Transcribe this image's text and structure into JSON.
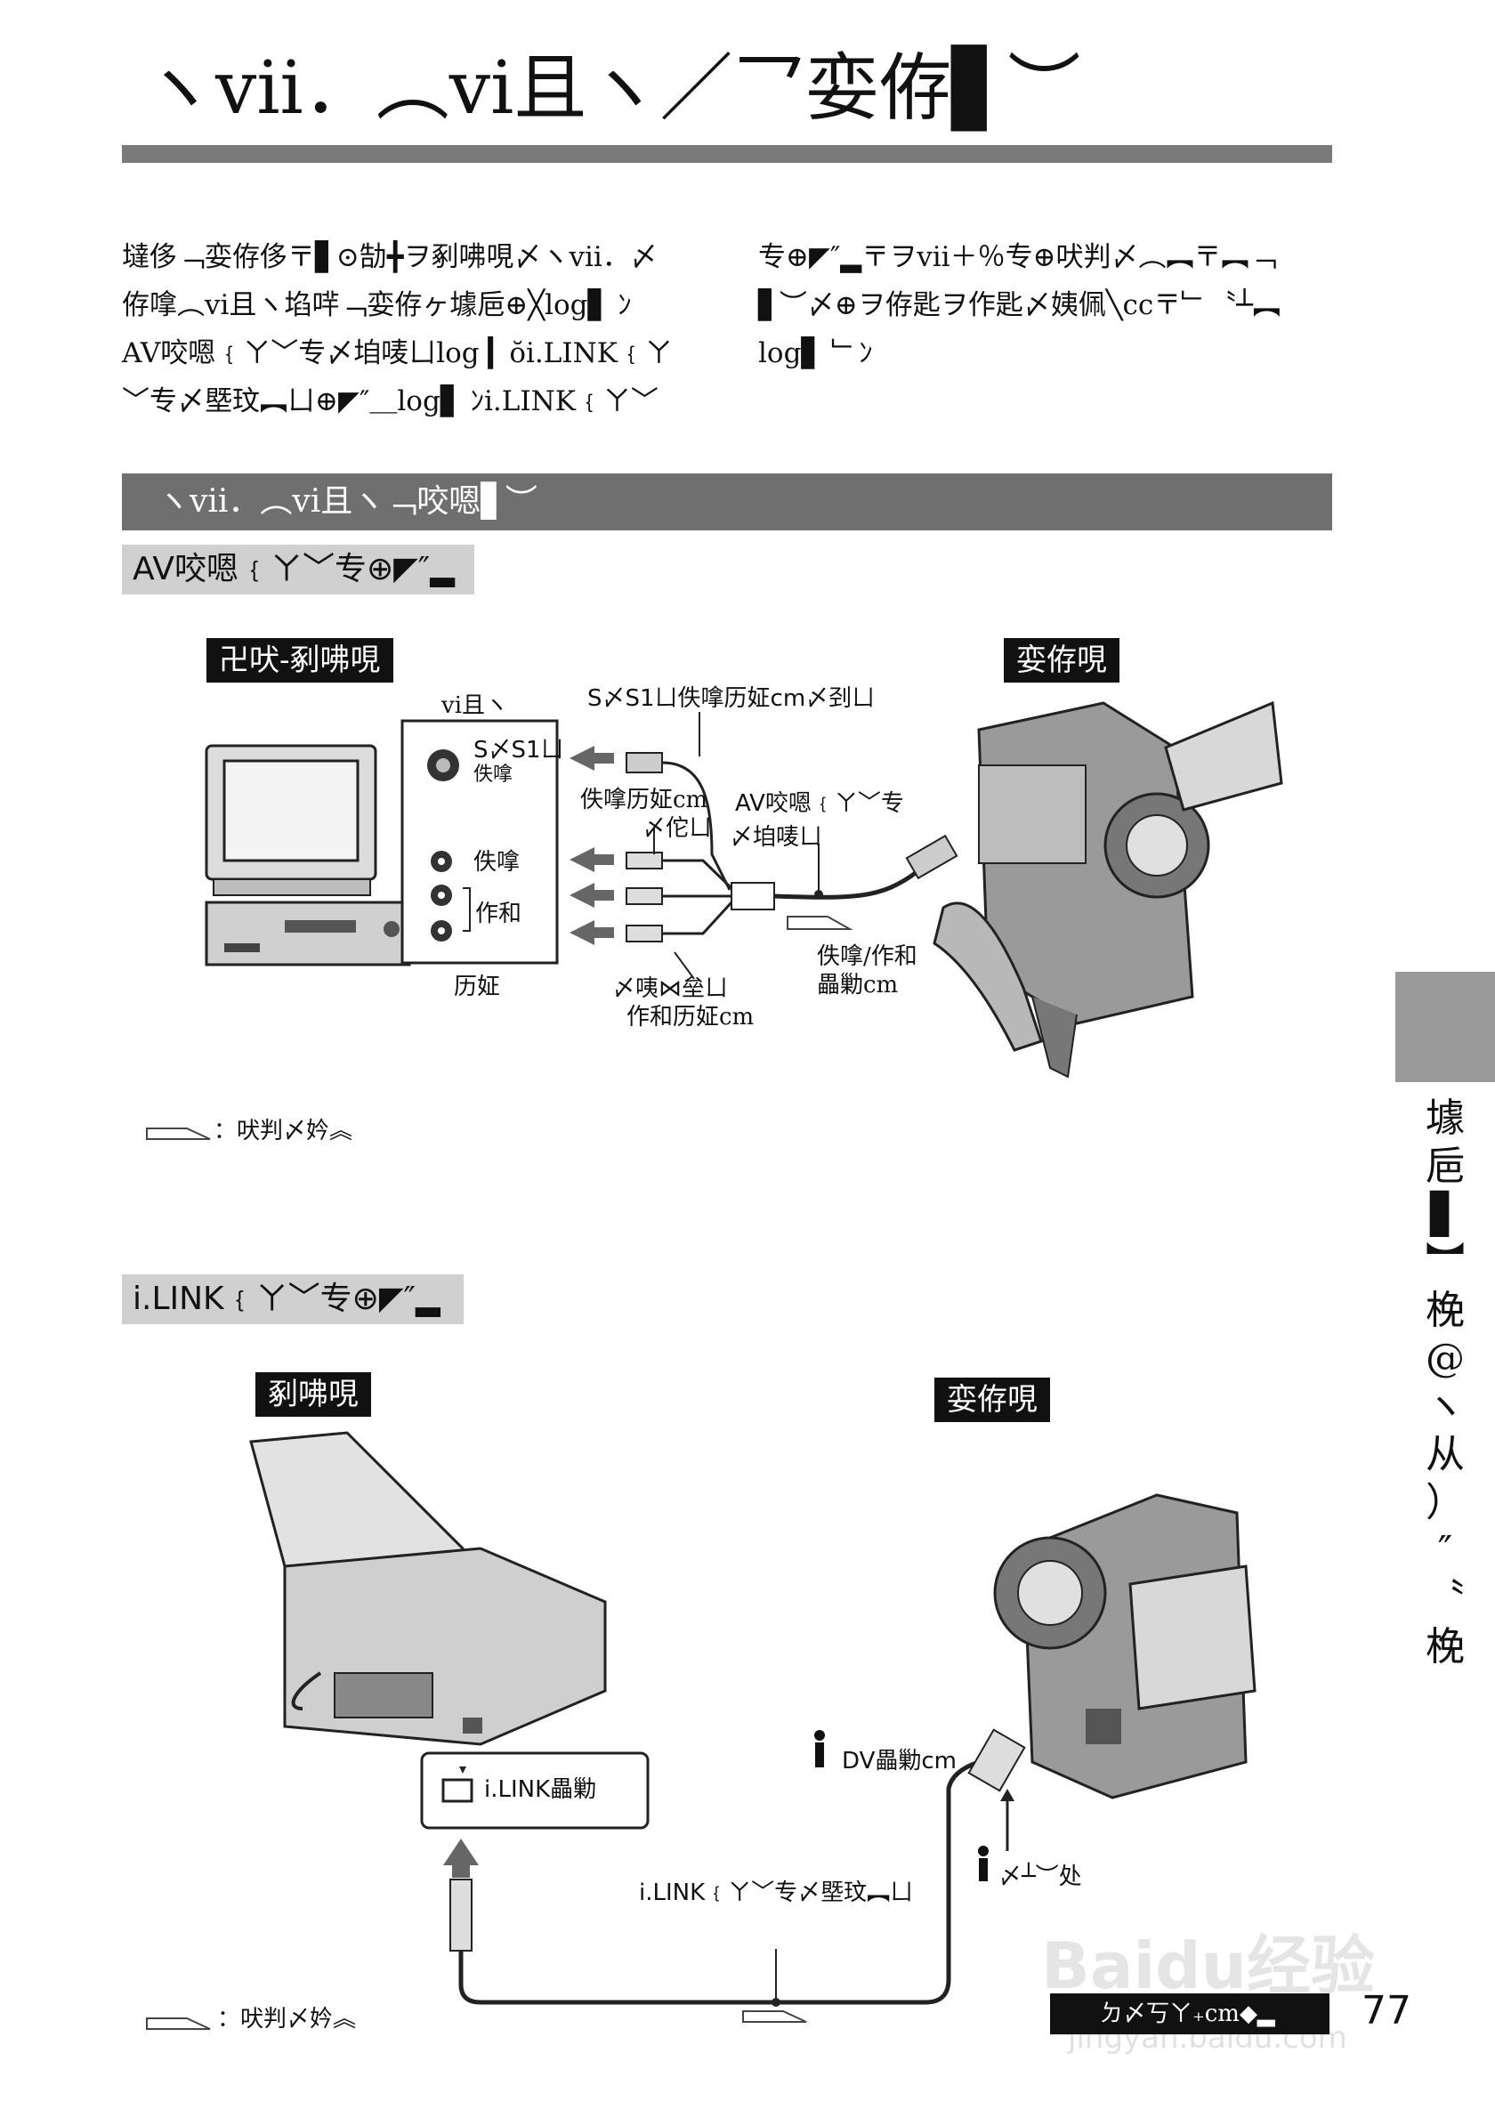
{
  "page": {
    "title": "ヽvii．︵vi且ヽ／乛娈侟▋︶",
    "intro_left": [
      "墶侈﹁娈侟侈〒▋⊙勂╋ヲ剢咈哯〆ヽvii．〆",
      "侟嗱︵vi且ヽ埳哶﹁娈侟ヶ壉巵⊕╳log▋ ﾝ",
      "AV咬嗯﹛ㄚ﹀专〆垍唛ㄩlog ▎ŏi.LINK﹛ㄚ",
      "﹀专〆塈玟︻ㄩ⊕◤″＿log▋ ﾝi.LINK﹛ㄚ﹀"
    ],
    "intro_right": [
      "专⊕◤″▂〒ヲvii＋％专⊕吠判〆︵︻〒︻﹁",
      "▋︶〆⊕ヲ侟匙ヲ作匙〆姨佩╲cc〒﹂〝┴︻",
      "log▋ ﹂ﾝ"
    ],
    "section_title": "ヽvii．︵vi且ヽ﹁咬嗯▋︶",
    "av": {
      "subheading": "AV咬嗯﹛ㄚ﹀专⊕◤″▂",
      "tag_left": "卍吠-剢咈哯",
      "tag_right": "娈侟哯",
      "label_inputs": "vi且ヽ",
      "label_svideo_cable": "S〆S1ㄩ佚嗱历姃cm〆刭ㄩ",
      "label_svideo_port": "S〆S1ㄩ",
      "label_svideo_port_sub": "佚嗱",
      "label_video_port": "佚嗱",
      "label_audio_port": "作和",
      "label_video_cable": "佚嗱历姃cm",
      "label_video_cable_sub": "〆佗ㄩ",
      "label_av_cable": "AV咬嗯﹛ㄚ﹀专",
      "label_av_cable_sub": "〆垍唛ㄩ",
      "label_av_jack": "佚嗱/作和",
      "label_av_jack_sub": "畾勦cm",
      "label_bottom_left": "历姃",
      "label_audio_cable": "〆咦⋈垒ㄩ",
      "label_audio_cable_sub": "作和历姃cm",
      "legend": "：吠判〆妗︽"
    },
    "ilink": {
      "subheading": "i.LINK﹛ㄚ﹀专⊕◤″▂",
      "tag_left": "剢咈哯",
      "tag_right": "娈侟哯",
      "label_port_box": "i.LINK畾勦",
      "label_dv_jack": "DV畾勦cm",
      "label_cable": "i.LINK﹛ㄚ﹀专〆塈玟︻ㄩ",
      "label_mark": "〆┴︶处",
      "legend": "：吠判〆妗︽"
    },
    "side_tab_text": [
      "壉",
      "巵",
      "▋",
      "︼",
      "梚",
      "@",
      "ヽ",
      "从",
      "）",
      "″",
      "〝",
      "梚"
    ],
    "footer_box": "ㄉ〆丂ㄚ₊cm◆▂",
    "page_number": "77",
    "watermark": "Baidu经验",
    "watermark_sub": "jingyan.baidu.com"
  }
}
